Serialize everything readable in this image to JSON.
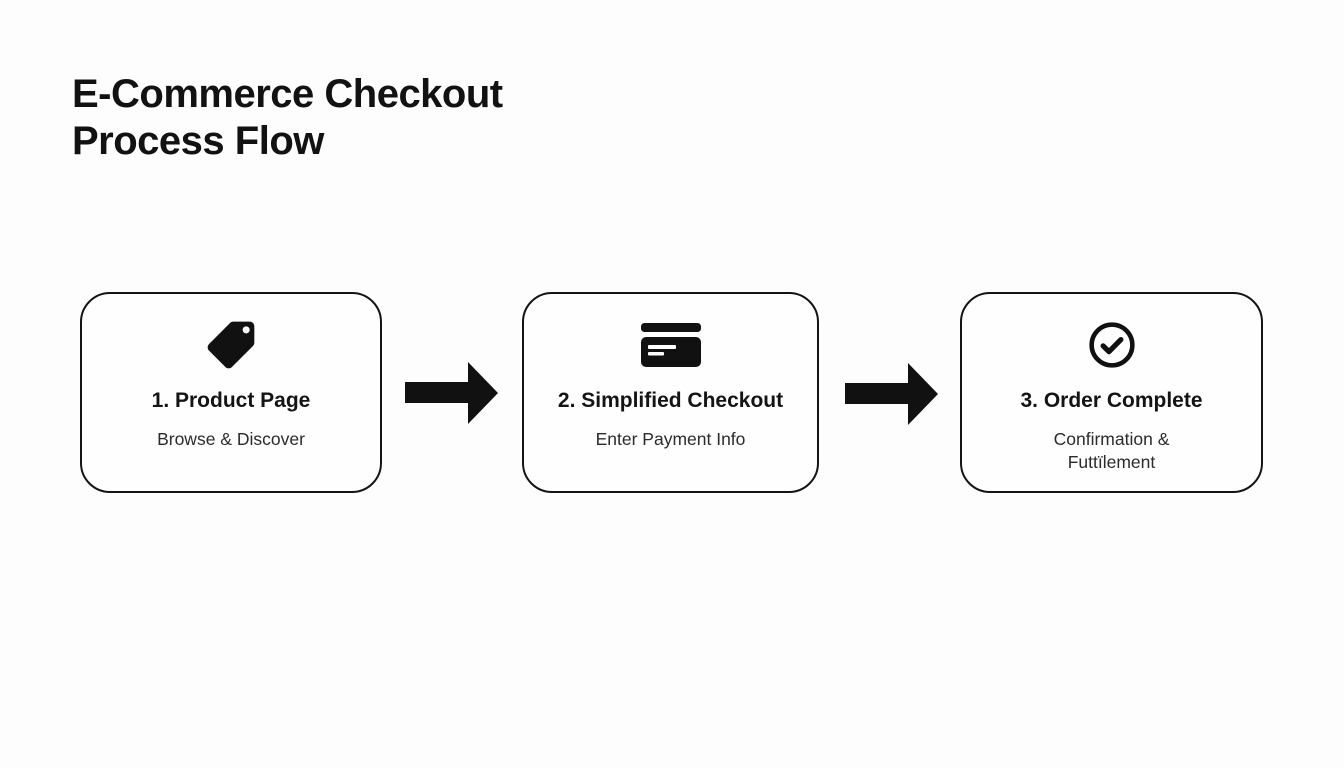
{
  "page": {
    "title": "E-Commerce Checkout\nProcess Flow"
  },
  "steps": [
    {
      "icon": "tag-icon",
      "title": "1. Product Page",
      "subtitle": "Browse & Discover"
    },
    {
      "icon": "credit-card-icon",
      "title": "2. Simplified Checkout",
      "subtitle": "Enter Payment Info"
    },
    {
      "icon": "check-circle-icon",
      "title": "3. Order Complete",
      "subtitle": "Confirmation & Futtïlement"
    }
  ],
  "colors": {
    "background": "#fdfdfd",
    "ink": "#111111",
    "subtitle_text": "#2b2b2b"
  }
}
